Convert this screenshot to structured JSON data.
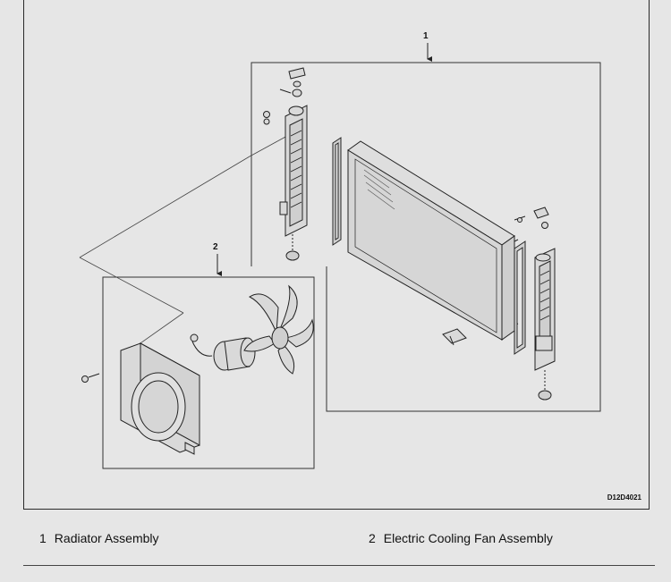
{
  "figure": {
    "code": "D12D4021",
    "callouts": [
      {
        "number": "1"
      },
      {
        "number": "2"
      }
    ]
  },
  "legend": [
    {
      "number": "1",
      "label": "Radiator Assembly"
    },
    {
      "number": "2",
      "label": "Electric Cooling Fan Assembly"
    }
  ],
  "colors": {
    "background": "#e6e6e6",
    "line": "#2a2a2a",
    "part_fill": "#d9d9d9"
  }
}
